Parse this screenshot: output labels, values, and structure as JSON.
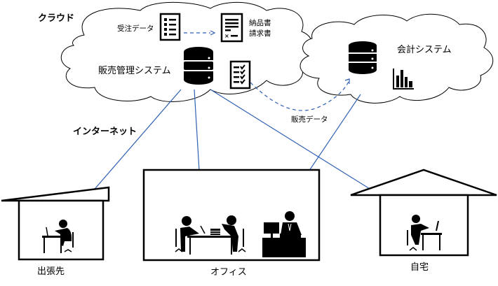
{
  "labels": {
    "cloud": "クラウド",
    "internet": "インターネット",
    "order_data": "受注データ",
    "delivery_note": "納品書",
    "invoice": "請求書",
    "sales_system": "販売管理システム",
    "accounting_system": "会計システム",
    "sales_data": "販売データ",
    "business_trip": "出張先",
    "office": "オフィス",
    "home": "自宅"
  },
  "icons": {
    "order_doc": "list-document-icon",
    "invoice_doc": "invoice-document-icon",
    "sales_db": "database-icon",
    "checklist_doc": "checklist-document-icon",
    "accounting_db": "database-icon",
    "chart": "bar-chart-icon",
    "worker_trip": "person-at-laptop-icon",
    "workers_office": "meeting-people-icon",
    "worker_office_desk": "person-at-desk-icon",
    "worker_home": "person-at-computer-icon"
  },
  "colors": {
    "link": "#2f5fb3",
    "outline": "#000000"
  }
}
